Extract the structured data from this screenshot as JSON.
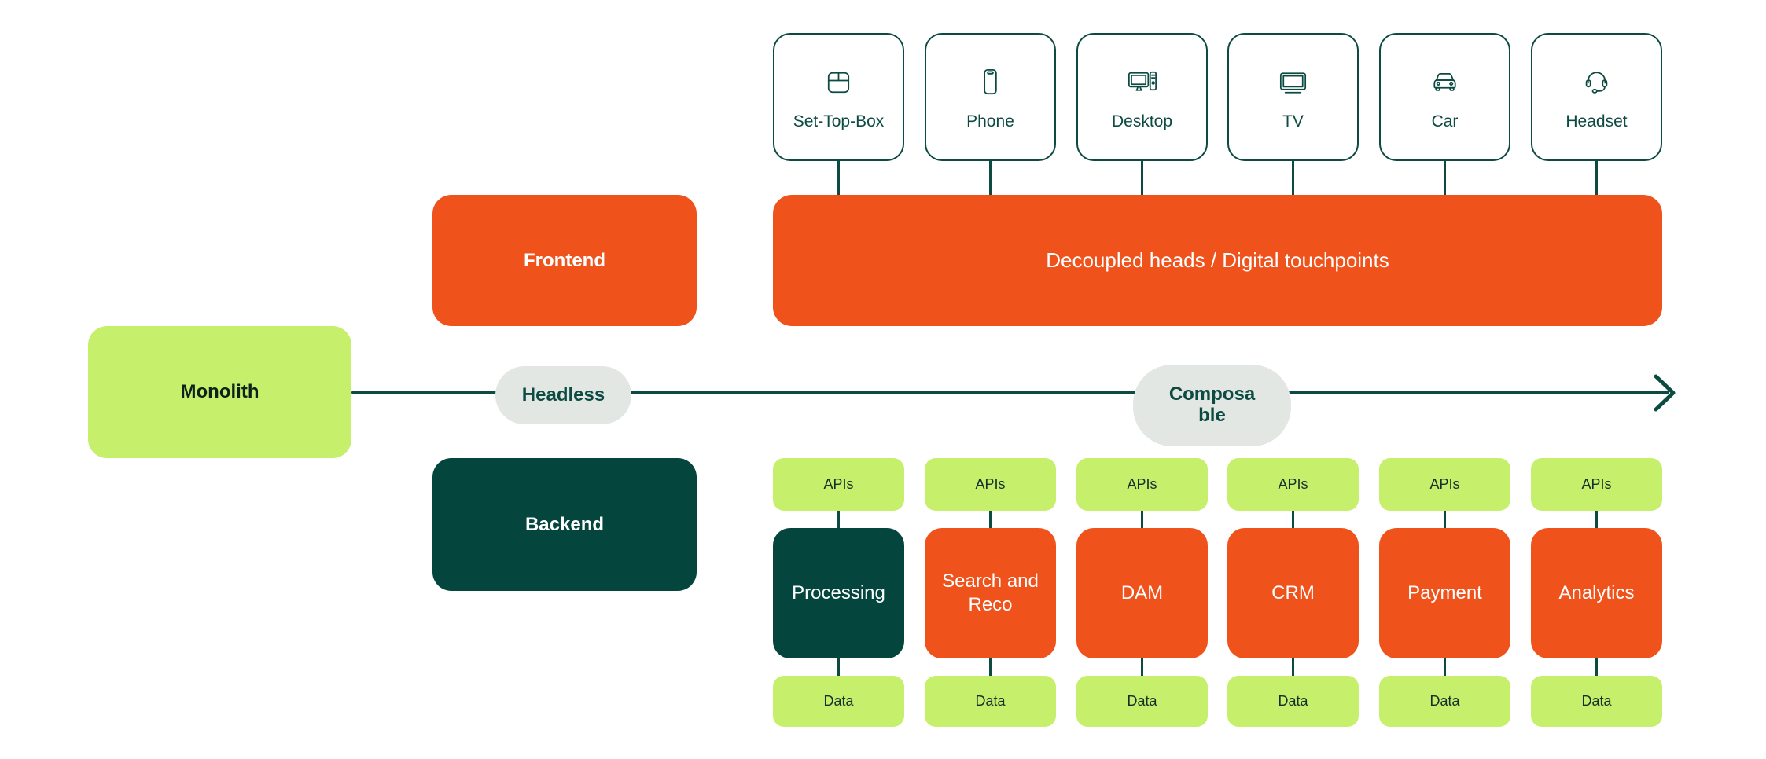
{
  "colors": {
    "orange": "#F0521C",
    "light_green": "#C6EF6C",
    "dark_teal": "#04463E",
    "line_teal": "#0C4A42",
    "pill_gray": "#E2E7E4",
    "white": "#FFFFFF"
  },
  "devices": [
    {
      "label": "Set-Top-Box",
      "icon": "set-top-box-icon"
    },
    {
      "label": "Phone",
      "icon": "phone-icon"
    },
    {
      "label": "Desktop",
      "icon": "desktop-icon"
    },
    {
      "label": "TV",
      "icon": "tv-icon"
    },
    {
      "label": "Car",
      "icon": "car-icon"
    },
    {
      "label": "Headset",
      "icon": "headset-icon"
    }
  ],
  "frontend_label": "Frontend",
  "backend_label": "Backend",
  "monolith_label": "Monolith",
  "touchpoints_label": "Decoupled heads / Digital touchpoints",
  "axis": {
    "headless_label": "Headless",
    "composable_label": "Composable",
    "composable_line1": "Composa",
    "composable_line2": "ble"
  },
  "columns": [
    {
      "api": "APIs",
      "service": "Processing",
      "data": "Data",
      "variant": "teal"
    },
    {
      "api": "APIs",
      "service": "Search and Reco",
      "data": "Data",
      "variant": "orange"
    },
    {
      "api": "APIs",
      "service": "DAM",
      "data": "Data",
      "variant": "orange"
    },
    {
      "api": "APIs",
      "service": "CRM",
      "data": "Data",
      "variant": "orange"
    },
    {
      "api": "APIs",
      "service": "Payment",
      "data": "Data",
      "variant": "orange"
    },
    {
      "api": "APIs",
      "service": "Analytics",
      "data": "Data",
      "variant": "orange"
    }
  ]
}
